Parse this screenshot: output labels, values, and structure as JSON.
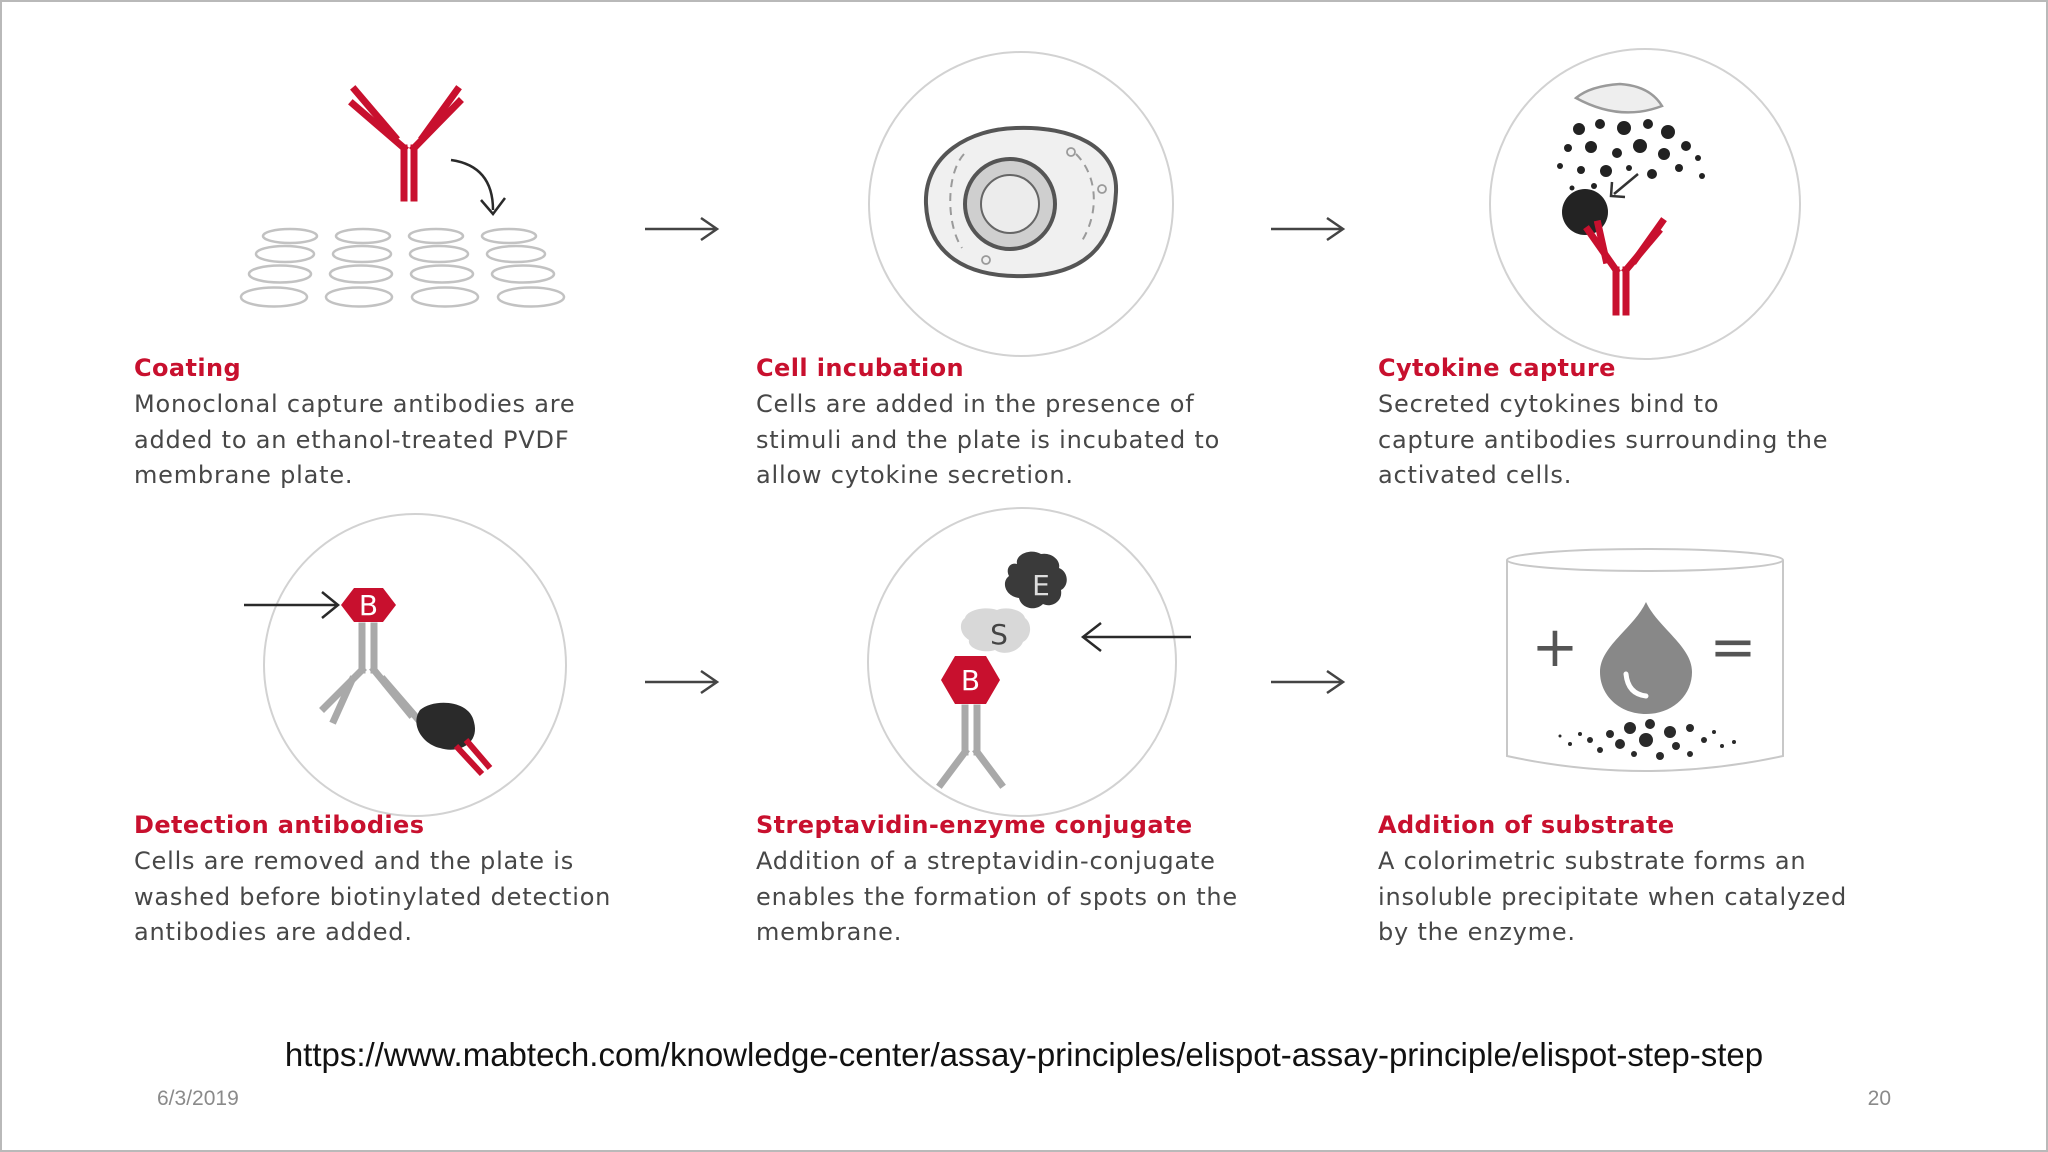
{
  "steps": [
    {
      "title": "Coating",
      "description": [
        "Monoclonal capture antibodies are",
        "added to an ethanol-treated PVDF",
        "membrane plate."
      ]
    },
    {
      "title": "Cell incubation",
      "description": [
        "Cells are added in the presence of",
        "stimuli and the plate is incubated to",
        "allow cytokine secretion."
      ]
    },
    {
      "title": "Cytokine capture",
      "description": [
        "Secreted cytokines bind to",
        "capture antibodies surrounding the",
        "activated cells."
      ]
    },
    {
      "title": "Detection antibodies",
      "description": [
        "Cells are removed and the plate is",
        "washed before biotinylated detection",
        "antibodies are added."
      ]
    },
    {
      "title": "Streptavidin-enzyme conjugate",
      "description": [
        "Addition of a streptavidin-conjugate",
        "enables the formation of spots on the",
        "membrane."
      ]
    },
    {
      "title": "Addition of substrate",
      "description": [
        "A colorimetric substrate forms an",
        "insoluble precipitate when catalyzed",
        "by the enzyme."
      ]
    }
  ],
  "labels": {
    "biotin": "B",
    "streptavidin": "S",
    "enzyme": "E",
    "plus": "+",
    "equals": "="
  },
  "footer": {
    "source_url": "https://www.mabtech.com/knowledge-center/assay-principles/elispot-assay-principle/elispot-step-step",
    "date": "6/3/2019",
    "page_number": "20"
  },
  "colors": {
    "accent_red": "#c8102e",
    "text_gray": "#474747",
    "outline_gray": "#bdbdbd"
  }
}
